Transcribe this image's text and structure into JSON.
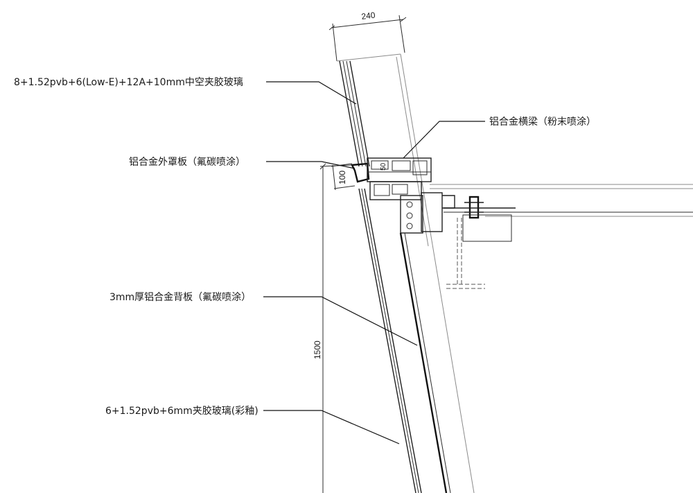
{
  "dimensions": {
    "width_dim": "240",
    "offset_dim": "100",
    "small_dim": "50",
    "height_dim": "1500"
  },
  "labels": {
    "insulated_glass": "8+1.52pvb+6(Low-E)+12A+10mm中空夹胶玻璃",
    "aluminum_transom": "铝合金横梁（粉末喷涂）",
    "aluminum_cover": "铝合金外罩板（氟碳喷涂）",
    "aluminum_back_panel": "3mm厚铝合金背板（氟碳喷涂）",
    "laminated_glass": "6+1.52pvb+6mm夹胶玻璃(彩釉)"
  }
}
